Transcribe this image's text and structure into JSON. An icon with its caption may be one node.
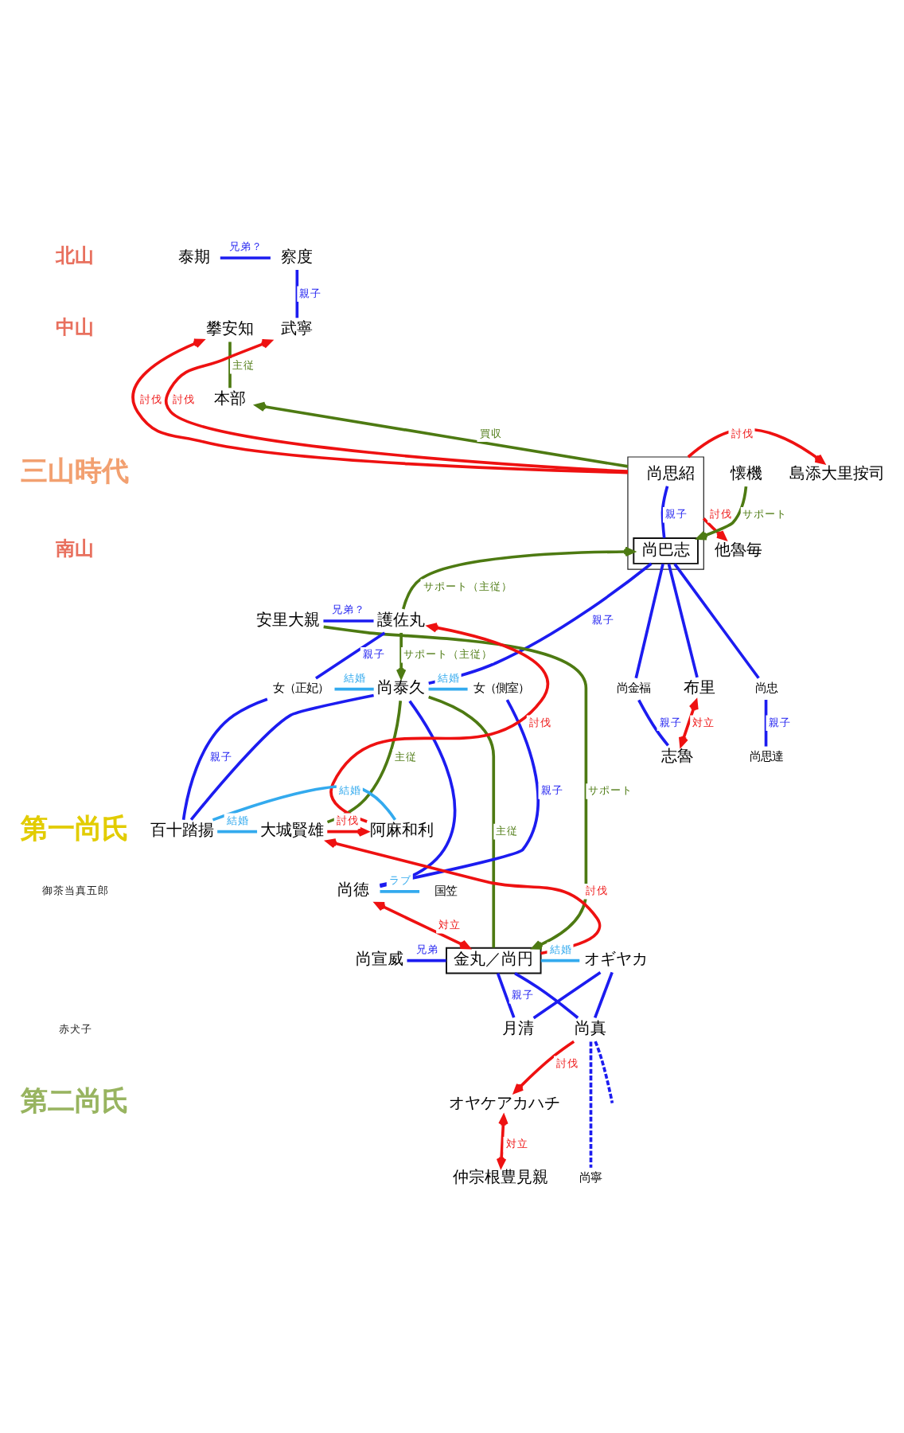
{
  "diagram": {
    "nodes": [
      {
        "text": [
          "泰期"
        ]
      },
      {
        "text": [
          "察度"
        ]
      },
      {
        "text": [
          "攀安知"
        ]
      },
      {
        "text": [
          "武寧"
        ]
      },
      {
        "text": [
          "本部"
        ]
      },
      {
        "text": [],
        "shape": "box"
      },
      {
        "text": [
          "尚思紹"
        ],
        "in": 5
      },
      {
        "text": [
          "島添大里按司"
        ]
      },
      {
        "text": [
          "他魯毎"
        ]
      },
      {
        "text": [
          "尚巴志"
        ],
        "in": 5
      },
      {
        "text": [
          "懐機"
        ]
      },
      {
        "text": [
          "安里大親"
        ]
      },
      {
        "text": [
          "護佐丸"
        ]
      },
      {
        "text": [
          "女（正妃）"
        ]
      },
      {
        "text": [
          "尚泰久"
        ]
      },
      {
        "text": [
          "女（側室）"
        ]
      },
      {
        "text": [
          "布里"
        ]
      },
      {
        "text": [
          "尚金福"
        ]
      },
      {
        "text": [
          "尚忠"
        ]
      },
      {
        "text": [
          "志魯"
        ]
      },
      {
        "text": [
          "尚思達"
        ]
      },
      {
        "text": [
          "阿麻和利"
        ]
      },
      {
        "text": [
          "百十踏揚"
        ]
      },
      {
        "text": [
          "大城賢雄"
        ]
      },
      {
        "text": [
          "尚徳"
        ]
      },
      {
        "text": [
          "国笠"
        ]
      },
      {
        "text": [
          "尚宣威"
        ]
      },
      {
        "text": [
          "金丸／尚円"
        ]
      },
      {
        "text": [
          "オギヤカ"
        ]
      },
      {
        "text": [
          "月清"
        ]
      },
      {
        "text": [
          "尚真"
        ]
      },
      {
        "text": [
          "オヤケアカハチ"
        ]
      },
      {
        "text": [
          "仲宗根豊見親"
        ]
      },
      {
        "text": [
          "尚寧"
        ]
      }
    ],
    "edges": [
      {
        "from": 0,
        "to": 1,
        "arrow": "none",
        "label": "兄弟？"
      },
      {
        "from": 1,
        "to": 3,
        "arrow": "none",
        "label": "親子"
      },
      {
        "from": 2,
        "to": 4,
        "arrow": "none",
        "label": "主従",
        "color": "#4d7a12"
      },
      {
        "from": 5,
        "to": 2,
        "arrow": "to",
        "label": "討伐",
        "color": "#ee1111"
      },
      {
        "from": 5,
        "to": 3,
        "arrow": "to",
        "label": "討伐",
        "color": "#ee1111"
      },
      {
        "from": 5,
        "to": 4,
        "arrow": "to",
        "label": "買収",
        "color": "#4d7a12"
      },
      {
        "from": 5,
        "to": 7,
        "arrow": "to",
        "label": "討伐",
        "color": "#ee1111"
      },
      {
        "from": 6,
        "to": 9,
        "arrow": "none",
        "label": "親子"
      },
      {
        "from": 5,
        "to": 8,
        "arrow": "to",
        "label": "討伐",
        "color": "#ee1111"
      },
      {
        "from": 12,
        "to": 9,
        "arrow": "to",
        "label": "サポート（主従）",
        "color": "#4d7a12"
      },
      {
        "from": 10,
        "to": 9,
        "arrow": "to",
        "label": "サポート",
        "color": "#4d7a12"
      },
      {
        "from": 11,
        "to": 12,
        "arrow": "none",
        "label": "兄弟？"
      },
      {
        "from": 9,
        "to": 14,
        "arrow": "none",
        "label": "親子"
      },
      {
        "from": 9,
        "to": 16,
        "arrow": "none"
      },
      {
        "from": 9,
        "to": 17,
        "arrow": "none"
      },
      {
        "from": 9,
        "to": 18,
        "arrow": "none"
      },
      {
        "from": 12,
        "to": 14,
        "arrow": "to",
        "label": "サポート（主従）",
        "color": "#4d7a12"
      },
      {
        "from": 12,
        "to": 13,
        "arrow": "none",
        "label": "親子"
      },
      {
        "from": 13,
        "to": 14,
        "arrow": "none",
        "label": "結婚",
        "color": "#33aaee"
      },
      {
        "from": 14,
        "to": 15,
        "arrow": "none",
        "label": "結婚",
        "color": "#33aaee"
      },
      {
        "from": 16,
        "to": 19,
        "arrow": "both",
        "label": "対立",
        "color": "#ee1111"
      },
      {
        "from": 17,
        "to": 19,
        "arrow": "none",
        "label": "親子"
      },
      {
        "from": 18,
        "to": 20,
        "arrow": "none",
        "label": "親子"
      },
      {
        "from": 13,
        "to": 22,
        "arrow": "none",
        "label": "親子"
      },
      {
        "from": 14,
        "to": 22,
        "arrow": "none"
      },
      {
        "from": 15,
        "to": 24,
        "arrow": "none",
        "label": "親子"
      },
      {
        "from": 14,
        "to": 24,
        "arrow": "none"
      },
      {
        "from": 14,
        "to": 23,
        "arrow": "none",
        "label": "主従",
        "color": "#4d7a12"
      },
      {
        "from": 14,
        "to": 27,
        "arrow": "none",
        "label": "主従",
        "color": "#4d7a12"
      },
      {
        "from": 21,
        "to": 12,
        "arrow": "to",
        "label": "討伐",
        "color": "#ee1111"
      },
      {
        "from": 22,
        "to": 21,
        "arrow": "none",
        "label": "結婚",
        "color": "#33aaee"
      },
      {
        "from": 22,
        "to": 23,
        "arrow": "none",
        "label": "結婚",
        "color": "#33aaee"
      },
      {
        "from": 23,
        "to": 21,
        "arrow": "to",
        "label": "討伐",
        "color": "#ee1111"
      },
      {
        "from": 27,
        "to": 23,
        "arrow": "to",
        "label": "討伐",
        "color": "#ee1111"
      },
      {
        "from": 24,
        "to": 25,
        "arrow": "none",
        "label": "ラブ",
        "color": "#33aaee"
      },
      {
        "from": 24,
        "to": 27,
        "arrow": "both",
        "label": "対立",
        "color": "#ee1111"
      },
      {
        "from": 11,
        "to": 27,
        "arrow": "to",
        "label": "サポート",
        "color": "#4d7a12"
      },
      {
        "from": 26,
        "to": 27,
        "arrow": "none",
        "label": "兄弟"
      },
      {
        "from": 27,
        "to": 28,
        "arrow": "none",
        "label": "結婚",
        "color": "#33aaee"
      },
      {
        "from": 27,
        "to": 29,
        "arrow": "none",
        "label": "親子"
      },
      {
        "from": 27,
        "to": 30,
        "arrow": "none"
      },
      {
        "from": 28,
        "to": 29,
        "arrow": "none"
      },
      {
        "from": 28,
        "to": 30,
        "arrow": "none"
      },
      {
        "from": 30,
        "to": 31,
        "arrow": "to",
        "label": "討伐",
        "color": "#ee1111"
      },
      {
        "from": 31,
        "to": 32,
        "arrow": "both",
        "label": "対立",
        "color": "#ee1111"
      },
      {
        "from": 30,
        "to": null,
        "arrow": "none",
        "style": "dashed"
      },
      {
        "from": 30,
        "to": 33,
        "arrow": "none",
        "style": "dashed"
      }
    ],
    "labels": [
      "北山",
      "中山",
      "三山時代",
      "南山",
      "第一尚氏",
      "御茶当真五郎",
      "赤犬子",
      "第二尚氏"
    ]
  }
}
